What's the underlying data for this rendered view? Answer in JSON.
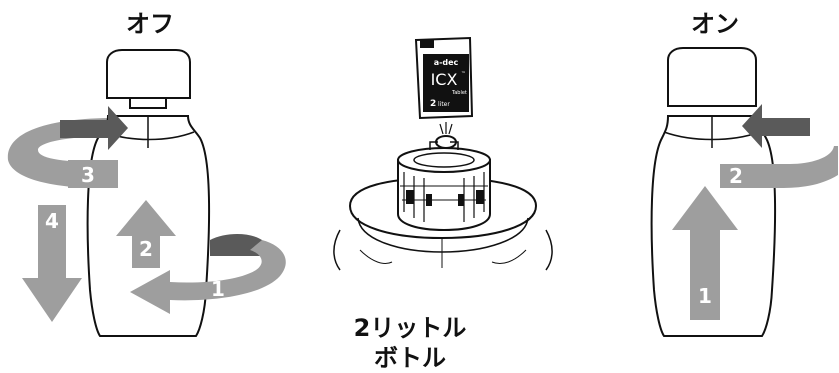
{
  "labels": {
    "off": "オフ",
    "on": "オン",
    "bottle_line1": "2リットル",
    "bottle_line2": "ボトル"
  },
  "steps_off": [
    "1",
    "2",
    "3",
    "4"
  ],
  "steps_on": [
    "1",
    "2"
  ],
  "tablet_packet": {
    "brand": "a-dec",
    "product": "ICX",
    "tm": "™",
    "sub": "Tablet",
    "size_num": "2",
    "size_unit": "liter"
  },
  "colors": {
    "arrow_light": "#9e9e9e",
    "arrow_dark": "#5a5a5a",
    "line": "#111111"
  }
}
